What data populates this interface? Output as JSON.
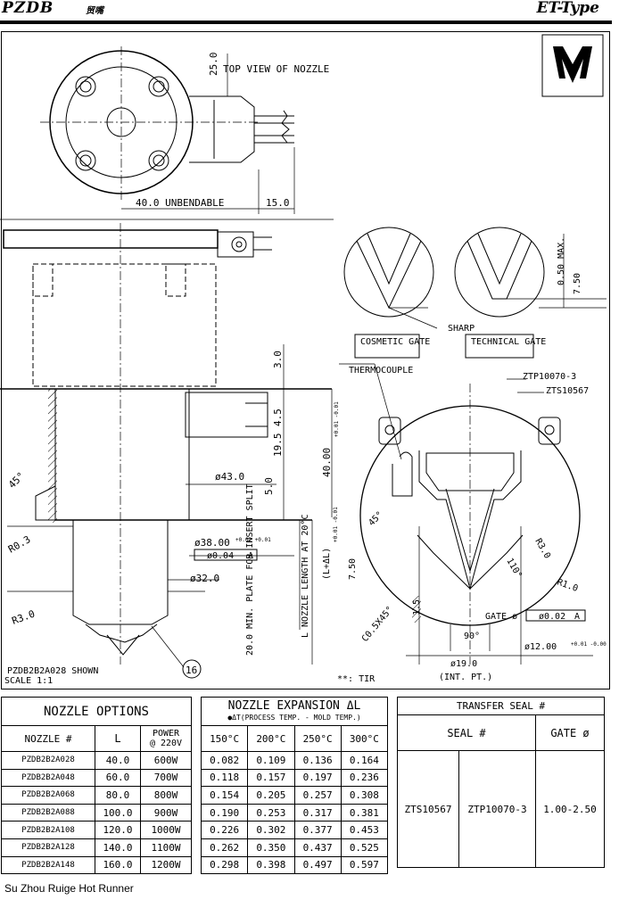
{
  "header": {
    "brand": "PZDB",
    "brand_sub": "贸嘴",
    "type": "ET-Type"
  },
  "drawing": {
    "top_view_label": "TOP VIEW OF NOZZLE",
    "dim_25": "25.0",
    "dim_unbendable": "40.0 UNBENDABLE",
    "dim_15": "15.0",
    "dim_3": "3.0",
    "dim_45a": "4.5",
    "dim_195": "19.5",
    "dim_40": "40.00",
    "dim_40_tol": "+0.01 -0.01",
    "dim_43": "ø43.0",
    "dim_5": "5.0",
    "dim_45deg": "45°",
    "dim_r03": "R0.3",
    "dim_38": "ø38.00",
    "dim_38_tol": "+0.02 +0.01",
    "dim_004": "ø0.04",
    "ref_a": "A",
    "dim_32": "ø32.0",
    "dim_r3": "R3.0",
    "dim_plate": "20.0 MIN. PLATE FOR INSERT SPLIT",
    "dim_nozzle_len": "L NOZZLE LENGTH AT 20°C",
    "dim_l_dl": "(L+ΔL)",
    "dim_l_dl_tol": "+0.01 -0.01",
    "sharp": "SHARP",
    "cosmetic_gate": "COSMETIC GATE",
    "technical_gate": "TECHNICAL GATE",
    "dim_050max": "0.50 MAX.",
    "dim_750": "7.50",
    "thermocouple": "THERMOCOUPLE",
    "ztp": "ZTP10070-3",
    "zts": "ZTS10567",
    "dim_45deg_b": "45°",
    "dim_750b": "7.50",
    "dim_15b": "1.5",
    "dim_c05": "C0.5X45°",
    "dim_90": "90°",
    "dim_110": "110°",
    "dim_r30": "R3.0",
    "dim_r10": "R1.0",
    "gate_label": "GATE ø",
    "gate_tol": "ø0.02",
    "dim_12": "ø12.00",
    "dim_12_tol": "+0.01 -0.00",
    "dim_19": "ø19.0",
    "int_pt": "(INT. PT.)",
    "shown": "PZDB2B2A028  SHOWN",
    "scale": "SCALE  1:1",
    "balloon": "16",
    "tir": "**: TIR"
  },
  "nozzle_options": {
    "title": "NOZZLE  OPTIONS",
    "col_nozzle": "NOZZLE #",
    "col_l": "L",
    "col_power": "POWER",
    "col_power_sub": "@ 220V",
    "rows": [
      [
        "PZDB2B2A028",
        "40.0",
        "600W"
      ],
      [
        "PZDB2B2A048",
        "60.0",
        "700W"
      ],
      [
        "PZDB2B2A068",
        "80.0",
        "800W"
      ],
      [
        "PZDB2B2A088",
        "100.0",
        "900W"
      ],
      [
        "PZDB2B2A108",
        "120.0",
        "1000W"
      ],
      [
        "PZDB2B2A128",
        "140.0",
        "1100W"
      ],
      [
        "PZDB2B2A148",
        "160.0",
        "1200W"
      ]
    ]
  },
  "expansion": {
    "title": "NOZZLE  EXPANSION ΔL",
    "subtitle": "●ΔT(PROCESS TEMP. - MOLD TEMP.)",
    "temps": [
      "150°C",
      "200°C",
      "250°C",
      "300°C"
    ],
    "rows": [
      [
        "0.082",
        "0.109",
        "0.136",
        "0.164"
      ],
      [
        "0.118",
        "0.157",
        "0.197",
        "0.236"
      ],
      [
        "0.154",
        "0.205",
        "0.257",
        "0.308"
      ],
      [
        "0.190",
        "0.253",
        "0.317",
        "0.381"
      ],
      [
        "0.226",
        "0.302",
        "0.377",
        "0.453"
      ],
      [
        "0.262",
        "0.350",
        "0.437",
        "0.525"
      ],
      [
        "0.298",
        "0.398",
        "0.497",
        "0.597"
      ]
    ]
  },
  "transfer_seal": {
    "title": "TRANSFER SEAL #",
    "col_seal": "SEAL #",
    "col_gate": "GATE ø",
    "seal1": "ZTS10567",
    "seal2": "ZTP10070-3",
    "gate": "1.00-2.50"
  },
  "footer": "Su Zhou Ruige Hot Runner"
}
